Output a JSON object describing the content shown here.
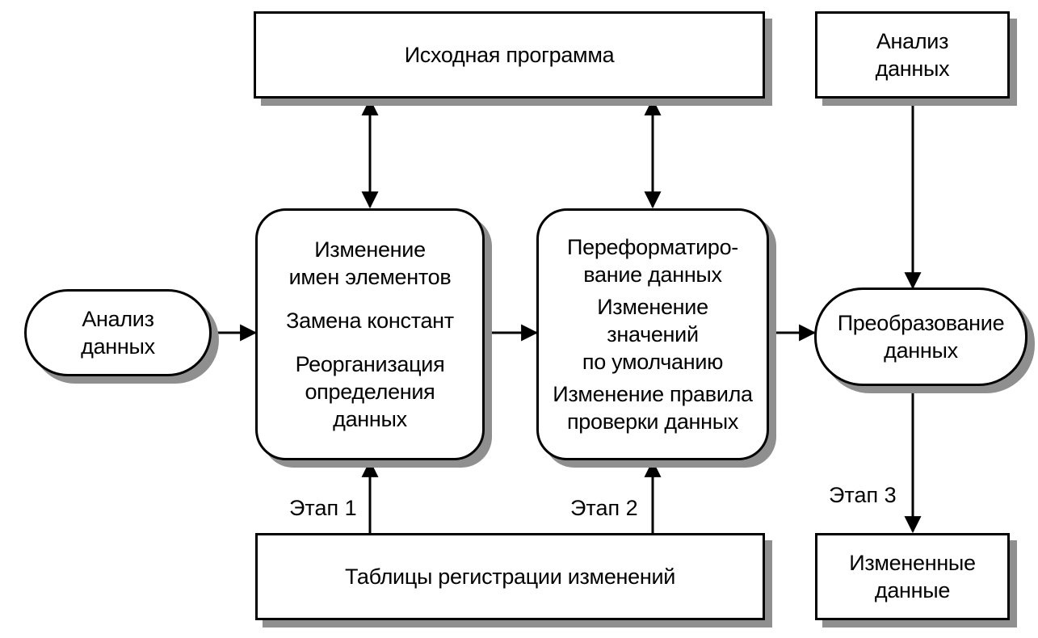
{
  "diagram": {
    "source_program": "Исходная программа",
    "top_right_analysis": [
      "Анализ",
      "данных"
    ],
    "left_analysis": [
      "Анализ",
      "данных"
    ],
    "stage1_box": {
      "g1": [
        "Изменение",
        "имен элементов"
      ],
      "g2": [
        "Замена констант"
      ],
      "g3": [
        "Реорганизация",
        "определения",
        "данных"
      ]
    },
    "stage2_box": {
      "g1": [
        "Переформатиро-",
        "вание данных"
      ],
      "g2": [
        "Изменение",
        "значений",
        "по умолчанию"
      ],
      "g3": [
        "Изменение правила",
        "проверки данных"
      ]
    },
    "transform": [
      "Преобразование",
      "данных"
    ],
    "change_tables": "Таблицы регистрации изменений",
    "changed_data": [
      "Измененные",
      "данные"
    ],
    "stage1_label": "Этап 1",
    "stage2_label": "Этап 2",
    "stage3_label": "Этап 3"
  }
}
